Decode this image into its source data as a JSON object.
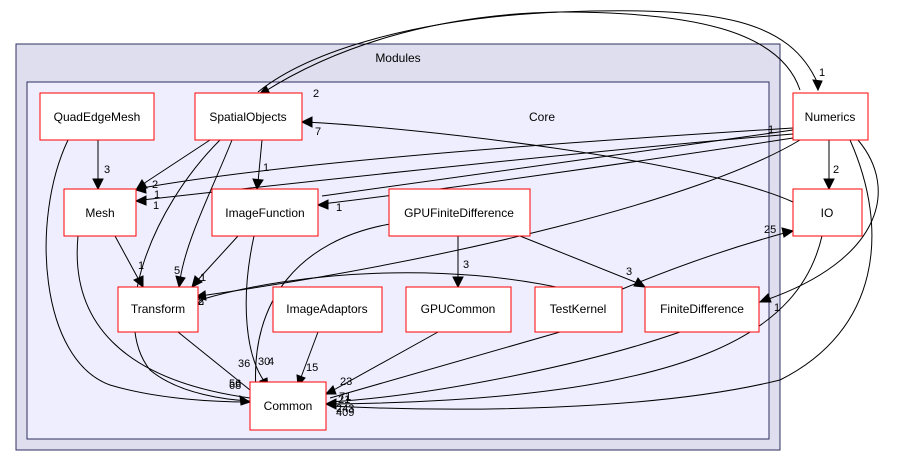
{
  "clusters": {
    "outer": {
      "label": "Modules",
      "fill": "#dedeee",
      "stroke": "#2f2f5f"
    },
    "inner": {
      "label": "Core",
      "fill": "#eeeeff",
      "stroke": "#2f2f5f"
    }
  },
  "node_style": {
    "fill": "#ffffff",
    "stroke": "#ff0000"
  },
  "nodes": {
    "quadedgemesh": "QuadEdgeMesh",
    "spatialobjects": "SpatialObjects",
    "mesh": "Mesh",
    "imagefunction": "ImageFunction",
    "gpufinitedifference": "GPUFiniteDifference",
    "transform": "Transform",
    "imageadaptors": "ImageAdaptors",
    "gpucommon": "GPUCommon",
    "testkernel": "TestKernel",
    "finitedifference": "FiniteDifference",
    "common": "Common",
    "numerics": "Numerics",
    "io": "IO"
  },
  "edge_labels": {
    "spatialobjects_to_numerics": "1",
    "numerics_to_spatialobjects": "2",
    "io_to_spatialobjects": "7",
    "quadedgemesh_to_mesh": "3",
    "spatialobjects_to_imagefunction": "1",
    "numerics_to_mesh_a": "2",
    "numerics_to_mesh_b": "1",
    "numerics_to_mesh_c": "1",
    "numerics_to_imagefunction": "1",
    "numerics_to_io": "2",
    "io_to_numerics": "1",
    "mesh_to_transform": "1",
    "spatialobjects_to_transform": "5",
    "imagefunction_to_transform": "1",
    "gpufinitedifference_to_gpucommon": "3",
    "gpufinitedifference_to_finitedifference": "3",
    "testkernel_to_io": "25",
    "transform_from_right_a": "2",
    "transform_from_right_b": "8",
    "numerics_to_finitedifference": "1",
    "common_left_labels": "56",
    "common_left_labels_2": "68",
    "transform_to_common": "36",
    "imagefunction_to_common": "30",
    "imagefunction_to_common_b": "4",
    "imageadaptors_to_common": "15",
    "gpucommon_to_common": "23",
    "testkernel_to_common": "21",
    "io_to_common": "71",
    "numerics_to_common": "409",
    "finitedifference_to_common": "243"
  }
}
